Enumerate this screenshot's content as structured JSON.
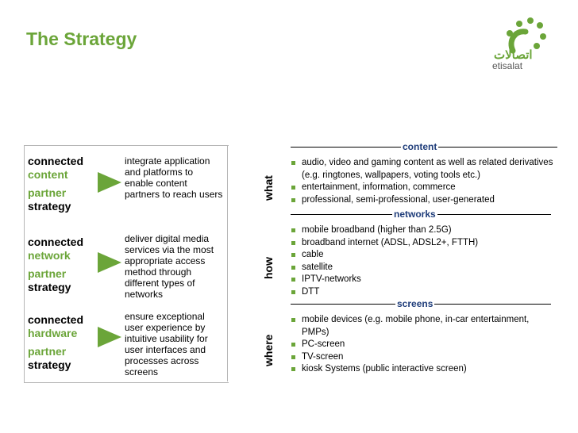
{
  "title": "The Strategy",
  "logo": {
    "arabic": "اتصالات",
    "english": "etisalat"
  },
  "rows": [
    {
      "line1": "connected",
      "line2": "content",
      "line3": "partner",
      "line4": "strategy",
      "desc": "integrate application and platforms  to enable content partners to reach users",
      "vlabel": "what"
    },
    {
      "line1": "connected",
      "line2": "network",
      "line3": "partner",
      "line4": "strategy",
      "desc": "deliver digital media services via the most appropriate access method through different types of networks",
      "vlabel": "how"
    },
    {
      "line1": "connected",
      "line2": "hardware",
      "line3": "partner",
      "line4": "strategy",
      "desc": "ensure exceptional user experience by intuitive usability for user interfaces and processes across screens",
      "vlabel": "where"
    }
  ],
  "sections": [
    {
      "header": "content",
      "items": [
        "audio, video and gaming content as well as related derivatives (e.g. ringtones, wallpapers, voting tools etc.)",
        "entertainment, information, commerce",
        "professional, semi-professional, user-generated"
      ]
    },
    {
      "header": "networks",
      "items": [
        "mobile broadband (higher than 2.5G)",
        "broadband internet (ADSL, ADSL2+, FTTH)",
        "cable",
        "satellite",
        "IPTV-networks",
        "DTT"
      ]
    },
    {
      "header": "screens",
      "items": [
        "mobile devices (e.g. mobile phone, in-car entertainment, PMPs)",
        "PC-screen",
        "TV-screen",
        "kiosk Systems (public interactive screen)"
      ]
    }
  ],
  "colors": {
    "accent": "#6ba539",
    "header": "#1f3d7a"
  }
}
